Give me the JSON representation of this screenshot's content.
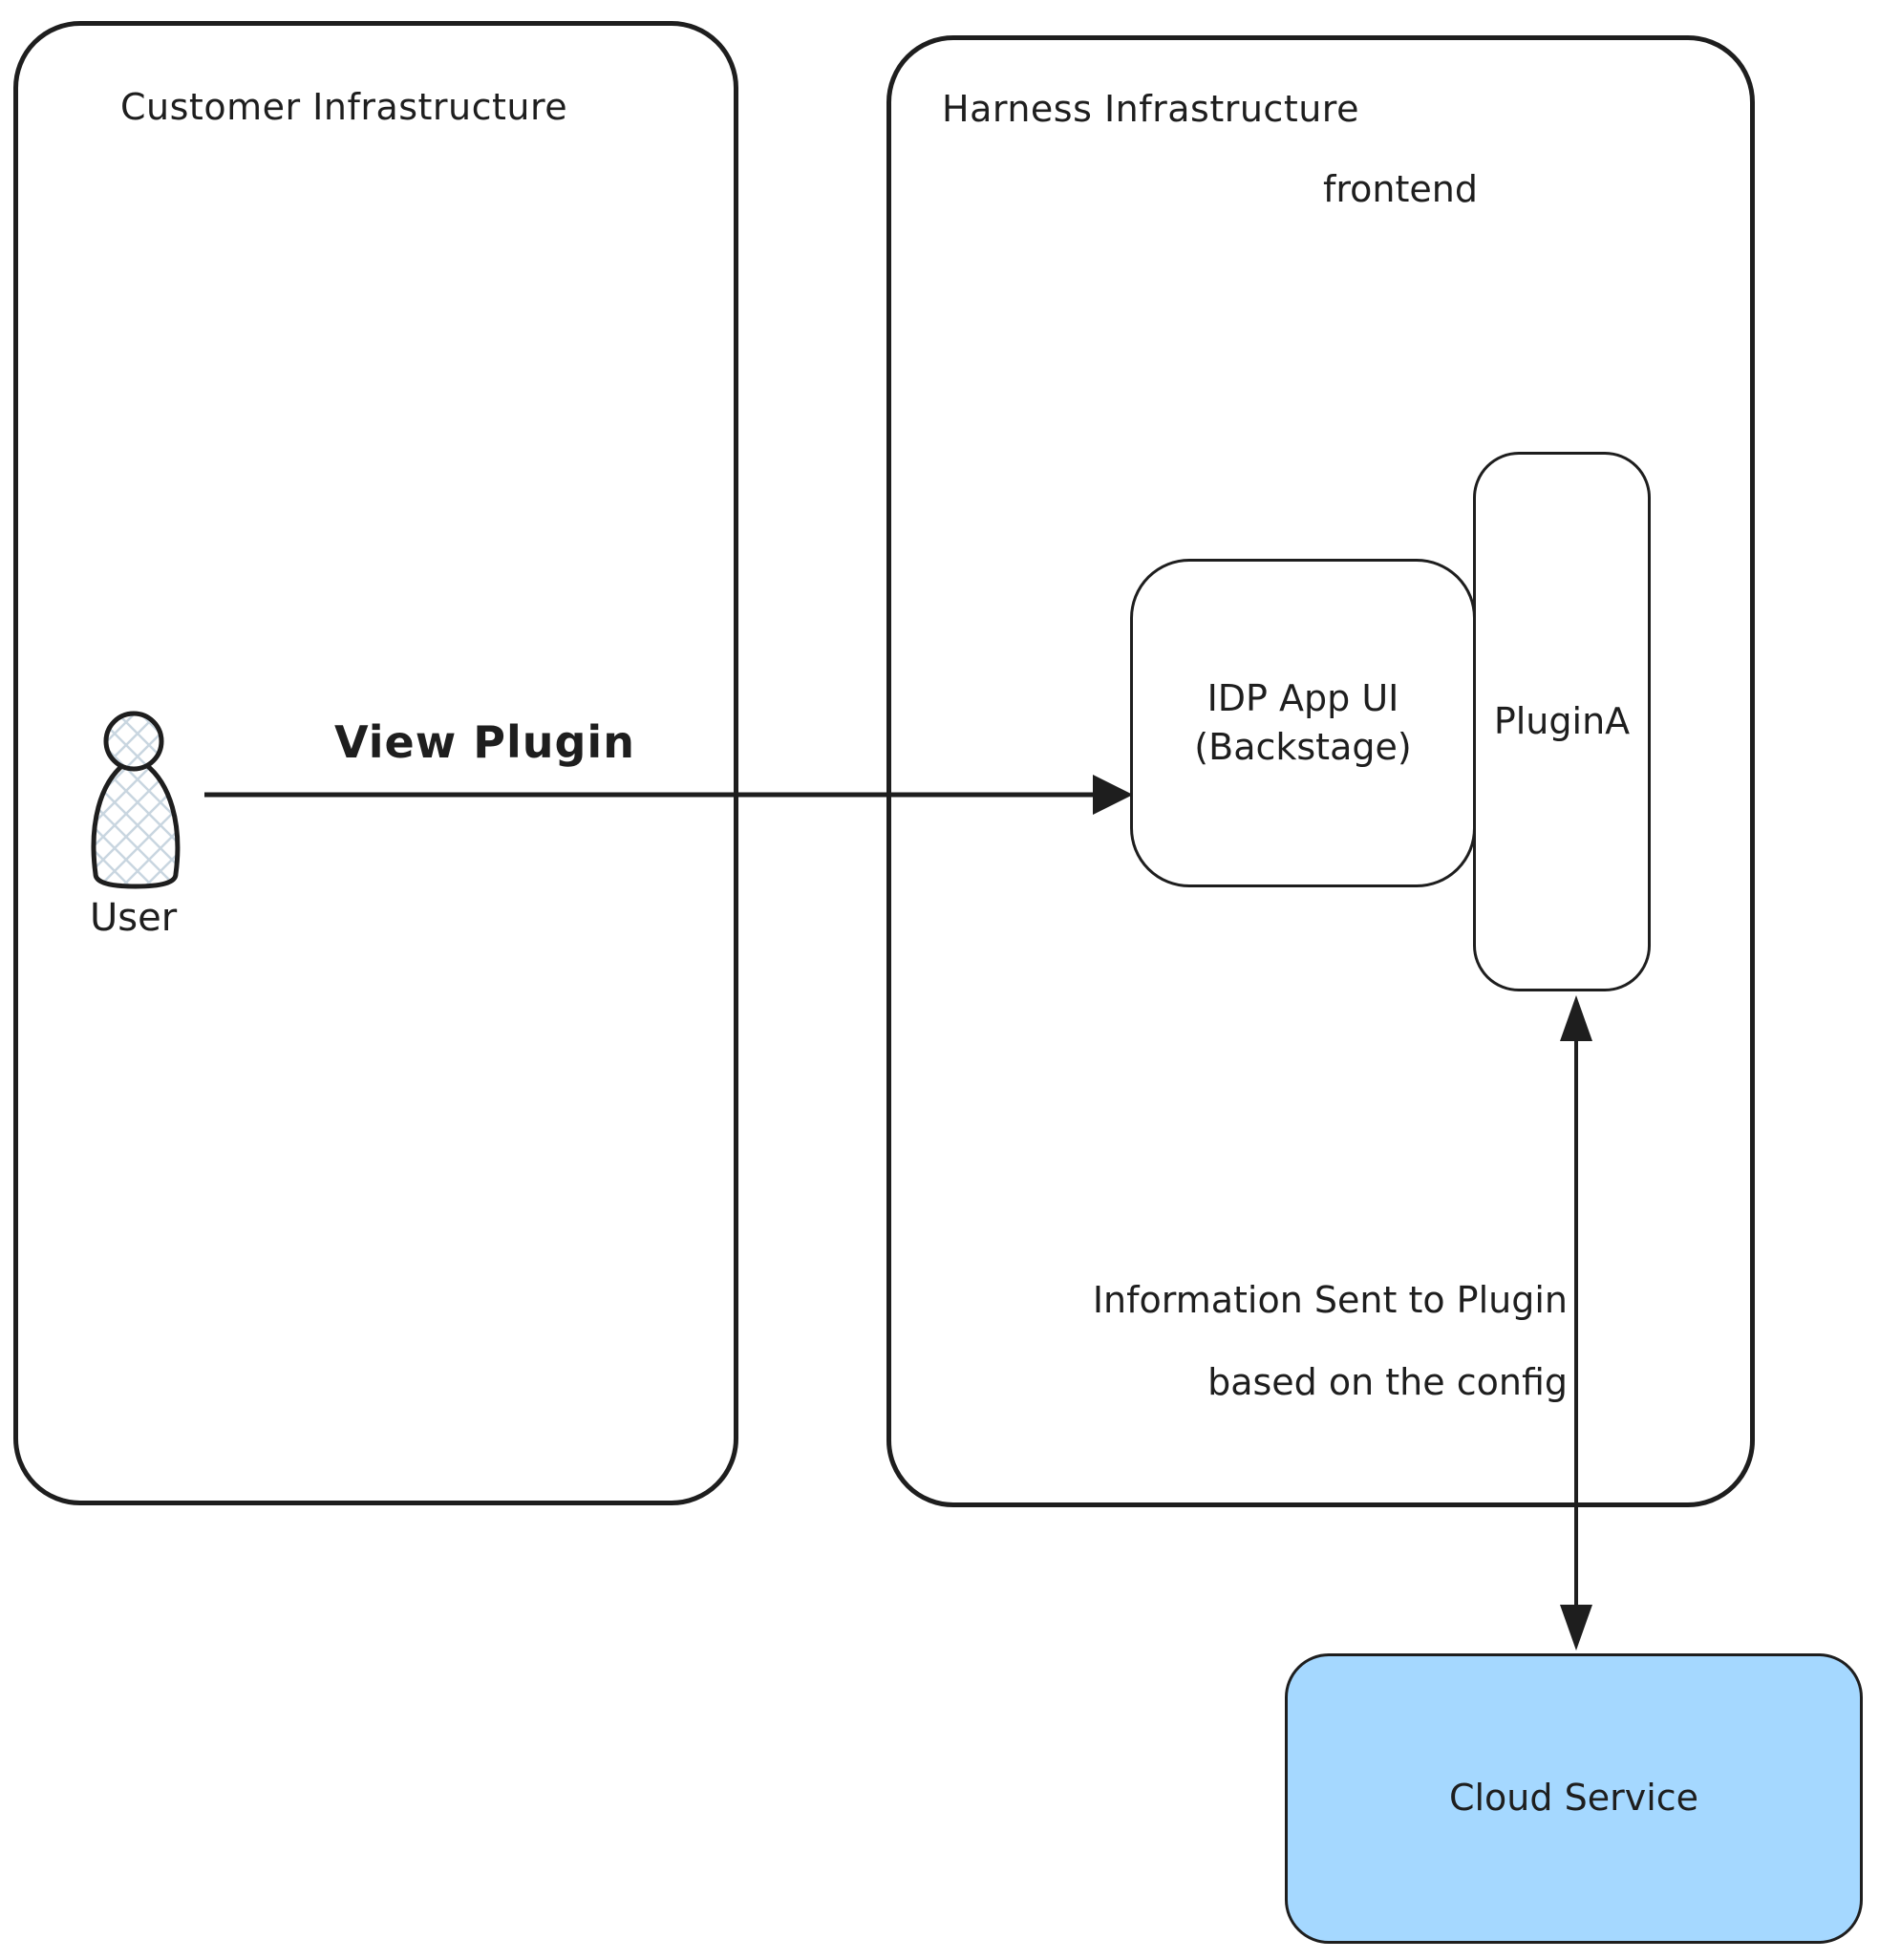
{
  "colors": {
    "stroke": "#1e1e1e",
    "background": "#ffffff",
    "cloud_fill": "#a5d8ff",
    "hatch": "#c9d6e0"
  },
  "customer_box": {
    "title": "Customer Infrastructure"
  },
  "harness_box": {
    "title": "Harness Infrastructure",
    "sublabel": "frontend"
  },
  "nodes": {
    "user": {
      "label": "User"
    },
    "idp_app_ui": {
      "line1": "IDP App UI",
      "line2": "(Backstage)"
    },
    "plugin_a": {
      "label": "PluginA"
    },
    "cloud_service": {
      "label": "Cloud Service"
    }
  },
  "edges": {
    "view_plugin": {
      "label": "View Plugin"
    },
    "info_to_plugin": {
      "line1": "Information Sent to Plugin",
      "line2": "based on the config"
    }
  }
}
